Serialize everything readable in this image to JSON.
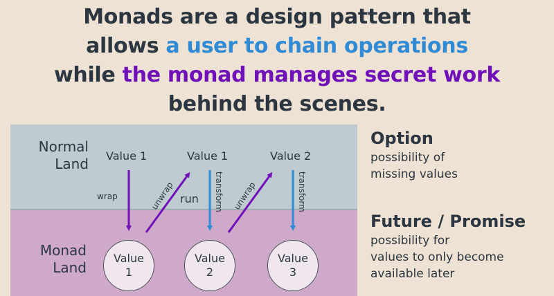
{
  "headline": {
    "line1": "Monads are a design pattern that",
    "line2_prefix": "allows ",
    "line2_highlight": "a user to chain operations",
    "line3_prefix": "while ",
    "line3_highlight": "the monad manages secret work",
    "line4": "behind the scenes."
  },
  "colors": {
    "text": "#2c3640",
    "blue_highlight": "#2f8bd6",
    "purple_highlight": "#6f10b8",
    "background": "#ede2d3",
    "normal_land_bg": "#bfcbd1",
    "monad_land_bg": "#cfa9ca",
    "wrap_arrow": "#6f10b8",
    "transform_arrow": "#2f8bd6"
  },
  "diagram": {
    "normal_land_label_line1": "Normal",
    "normal_land_label_line2": "Land",
    "monad_land_label_line1": "Monad",
    "monad_land_label_line2": "Land",
    "normal_values": [
      "Value 1",
      "Value 1",
      "Value 2"
    ],
    "monad_values": [
      {
        "line1": "Value",
        "line2": "1"
      },
      {
        "line1": "Value",
        "line2": "2"
      },
      {
        "line1": "Value",
        "line2": "3"
      }
    ],
    "arrows": {
      "wrap": "wrap",
      "unwrap": "unwrap",
      "run": "run",
      "transform": "transform"
    }
  },
  "side": {
    "option_title": "Option",
    "option_desc_line1": "possibility of",
    "option_desc_line2": "missing values",
    "future_title": "Future / Promise",
    "future_desc_line1": "possibility for",
    "future_desc_line2": "values to only become",
    "future_desc_line3": "available later"
  }
}
